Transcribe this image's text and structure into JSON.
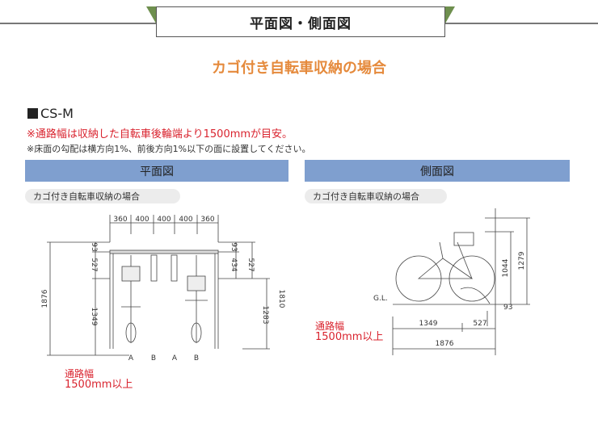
{
  "header": {
    "title": "平面図・側面図"
  },
  "subtitle": "カゴ付き自転車収納の場合",
  "model": "CS-M",
  "notes": {
    "red": "※通路幅は収納した自転車後輪端より1500mmが目安。",
    "gray": "※床面の勾配は横方向1%、前後方向1%以下の面に設置してください。"
  },
  "plan": {
    "heading": "平面図",
    "caption": "カゴ付き自転車収納の場合",
    "top_dims": [
      "360",
      "400",
      "400",
      "400",
      "360"
    ],
    "left_outer": "1876",
    "left_inner": [
      "93",
      "527",
      "1349"
    ],
    "right_inner": [
      "93",
      "434",
      "527"
    ],
    "right_a": "434",
    "right_b": "1283",
    "right_c": "1810",
    "slot_labels": [
      "A",
      "B",
      "A",
      "B"
    ],
    "aisle_label_1": "通路幅",
    "aisle_label_2": "1500mm以上"
  },
  "side": {
    "heading": "側面図",
    "caption": "カゴ付き自転車収納の場合",
    "gl": "G.L.",
    "dims": {
      "h1": "1044",
      "h2": "1279",
      "small": "93",
      "d1": "1349",
      "d2": "527",
      "total": "1876"
    },
    "aisle_label_1": "通路幅",
    "aisle_label_2": "1500mm以上"
  }
}
